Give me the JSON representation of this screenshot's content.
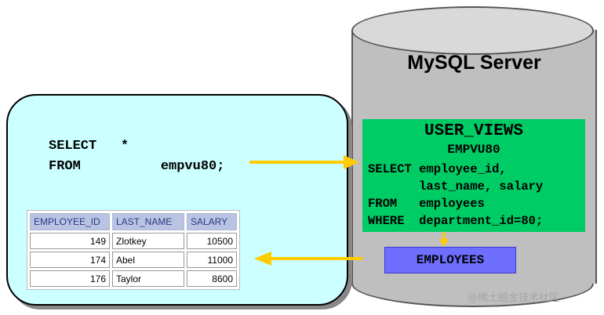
{
  "client": {
    "query_lines": [
      "SELECT   *",
      "FROM          empvu80;"
    ],
    "table": {
      "headers": [
        "EMPLOYEE_ID",
        "LAST_NAME",
        "SALARY"
      ],
      "rows": [
        [
          "149",
          "Zlotkey",
          "10500"
        ],
        [
          "174",
          "Abel",
          "11000"
        ],
        [
          "176",
          "Taylor",
          "8600"
        ]
      ]
    }
  },
  "server": {
    "title": "MySQL Server",
    "user_views": {
      "title": "USER_VIEWS",
      "view_name": "EMPVU80",
      "definition_lines": [
        "SELECT employee_id,",
        "       last_name, salary",
        "FROM   employees",
        "WHERE  department_id=80;"
      ]
    },
    "table_box": "EMPLOYEES"
  },
  "watermark": "@稀土掘金技术社区",
  "colors": {
    "client_panel": "#ccffff",
    "view_box": "#00cc66",
    "table_box": "#6e6eff",
    "arrow": "#ffcc00",
    "cylinder": "#bfbfbf"
  }
}
